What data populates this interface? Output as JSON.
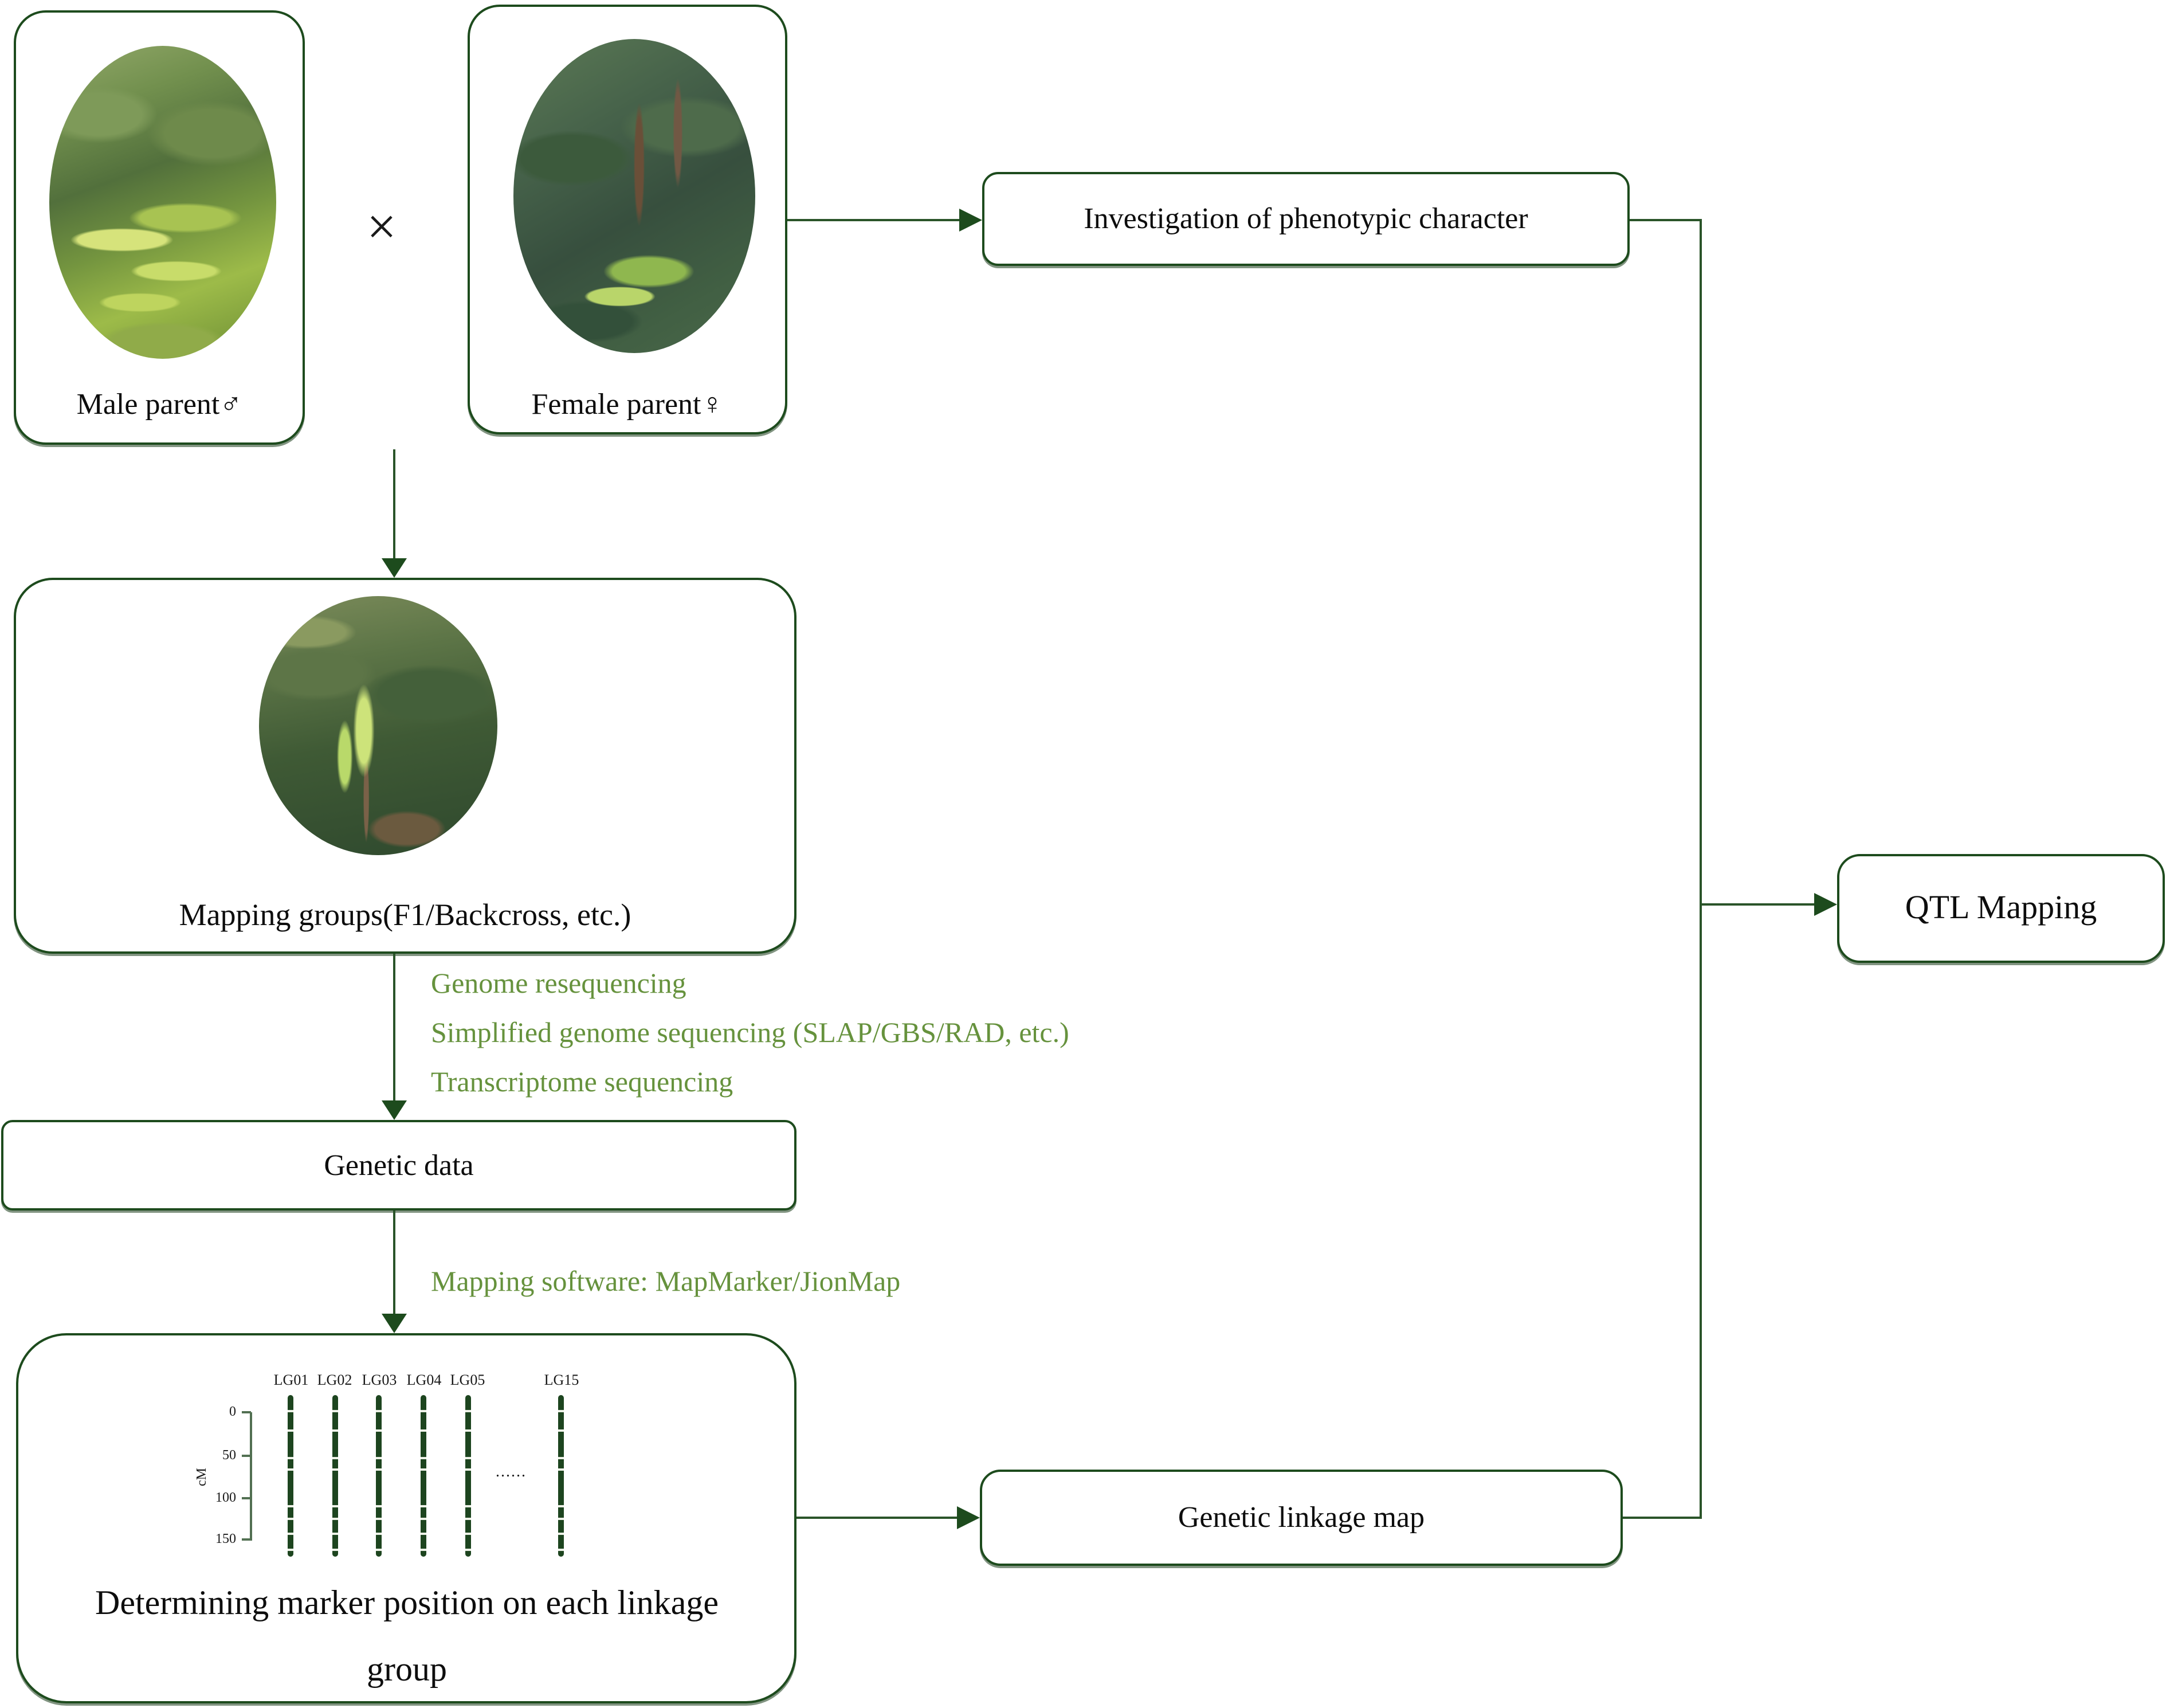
{
  "colors": {
    "box_border": "#1d4b1d",
    "connector_line": "#2a5429",
    "green_text": "#66923d",
    "chromosome_bar": "#1d451f",
    "axis": "#527052"
  },
  "diagram": {
    "male_parent": {
      "label": "Male parent♂"
    },
    "female_parent": {
      "label": "Female parent♀"
    },
    "cross_symbol": "×",
    "investigation_box": {
      "label": "Investigation of phenotypic character"
    },
    "mapping_groups_box": {
      "label": "Mapping groups(F1/Backcross, etc.)"
    },
    "sequencing_methods": [
      "Genome resequencing",
      "Simplified genome sequencing (SLAP/GBS/RAD, etc.)",
      "Transcriptome sequencing"
    ],
    "genetic_data_box": {
      "label": "Genetic data"
    },
    "mapping_software_note": "Mapping software: MapMarker/JionMap",
    "marker_position_box": {
      "line1": "Determining marker position on each linkage",
      "line2": "group"
    },
    "linkage_plot": {
      "ylabel": "cM",
      "ticks": [
        "0",
        "50",
        "100",
        "150"
      ],
      "groups": [
        "LG01",
        "LG02",
        "LG03",
        "LG04",
        "LG05",
        "LG15"
      ],
      "ellipsis": "......"
    },
    "genetic_linkage_map_box": {
      "label": "Genetic linkage map"
    },
    "qtl_mapping_box": {
      "label": "QTL Mapping"
    }
  }
}
